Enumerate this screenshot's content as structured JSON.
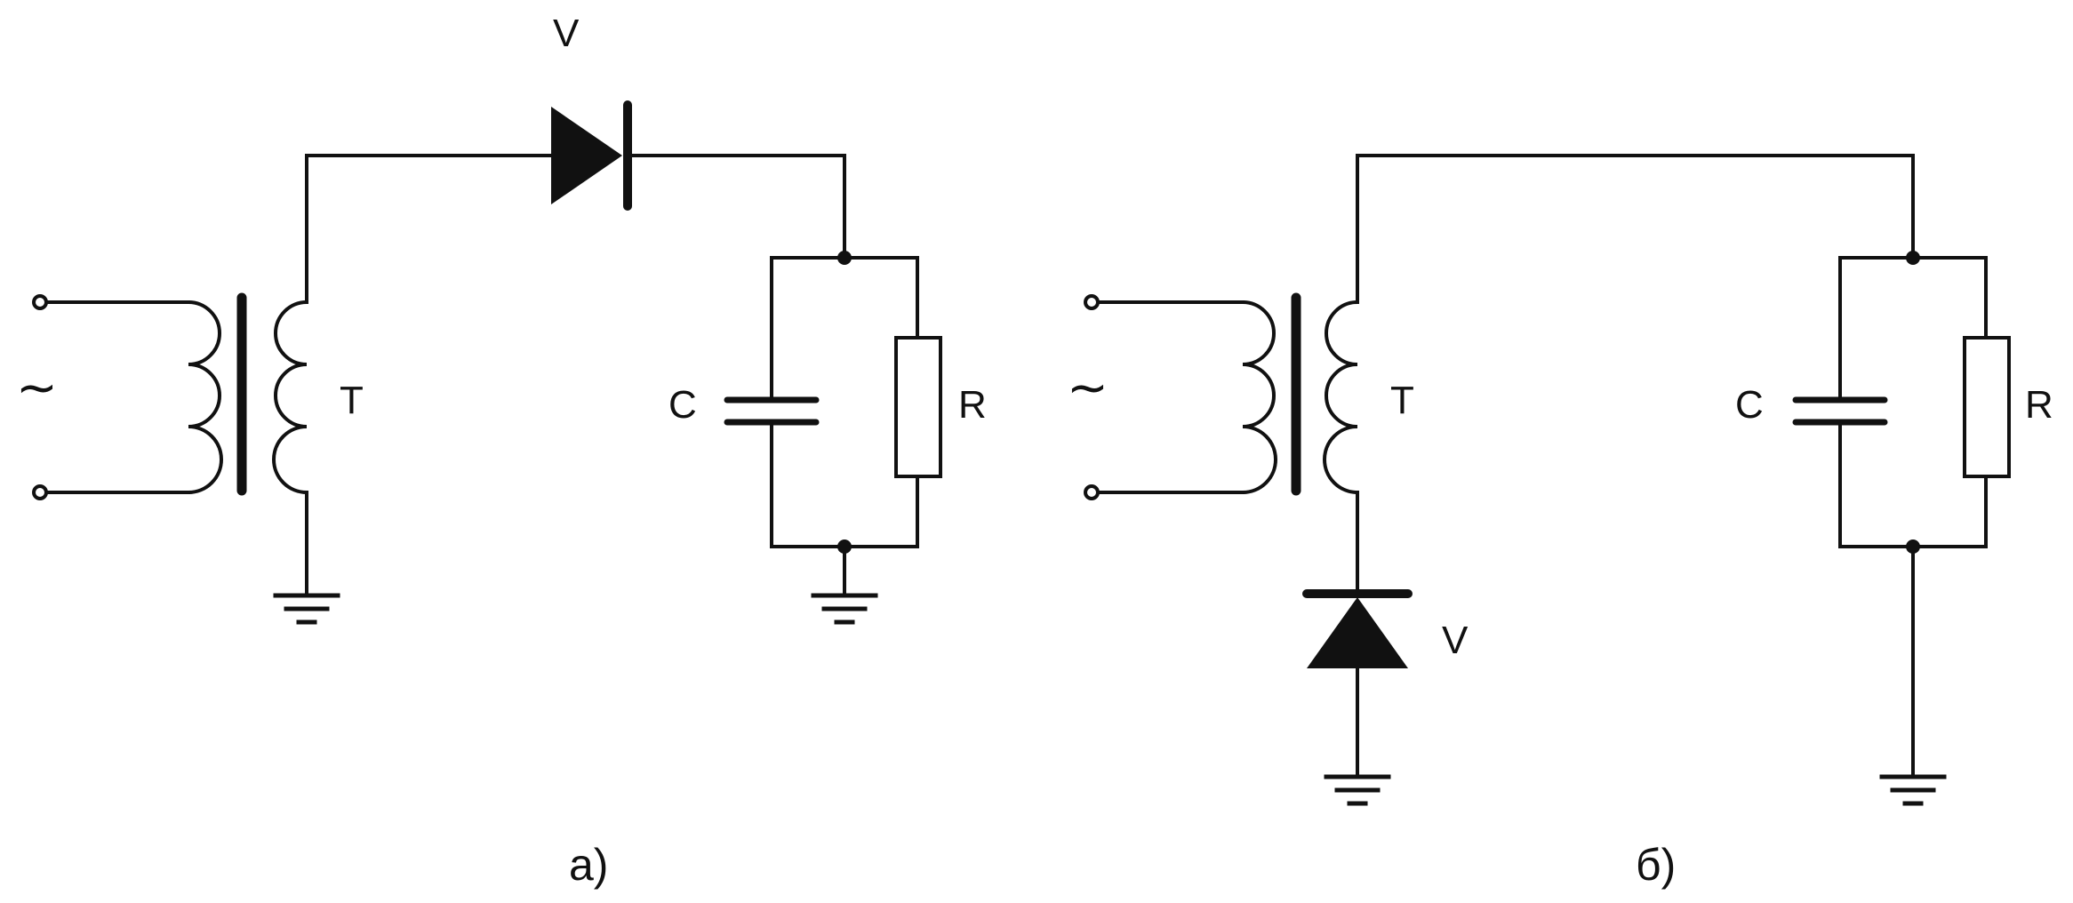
{
  "diagrams": [
    {
      "id": "a",
      "caption": "а)",
      "source_symbol": "~",
      "labels": {
        "transformer": "T",
        "diode": "V",
        "capacitor": "C",
        "resistor": "R"
      }
    },
    {
      "id": "b",
      "caption": "б)",
      "source_symbol": "~",
      "labels": {
        "transformer": "T",
        "diode": "V",
        "capacitor": "C",
        "resistor": "R"
      }
    }
  ],
  "colors": {
    "ink": "#111111",
    "background": "#ffffff"
  }
}
